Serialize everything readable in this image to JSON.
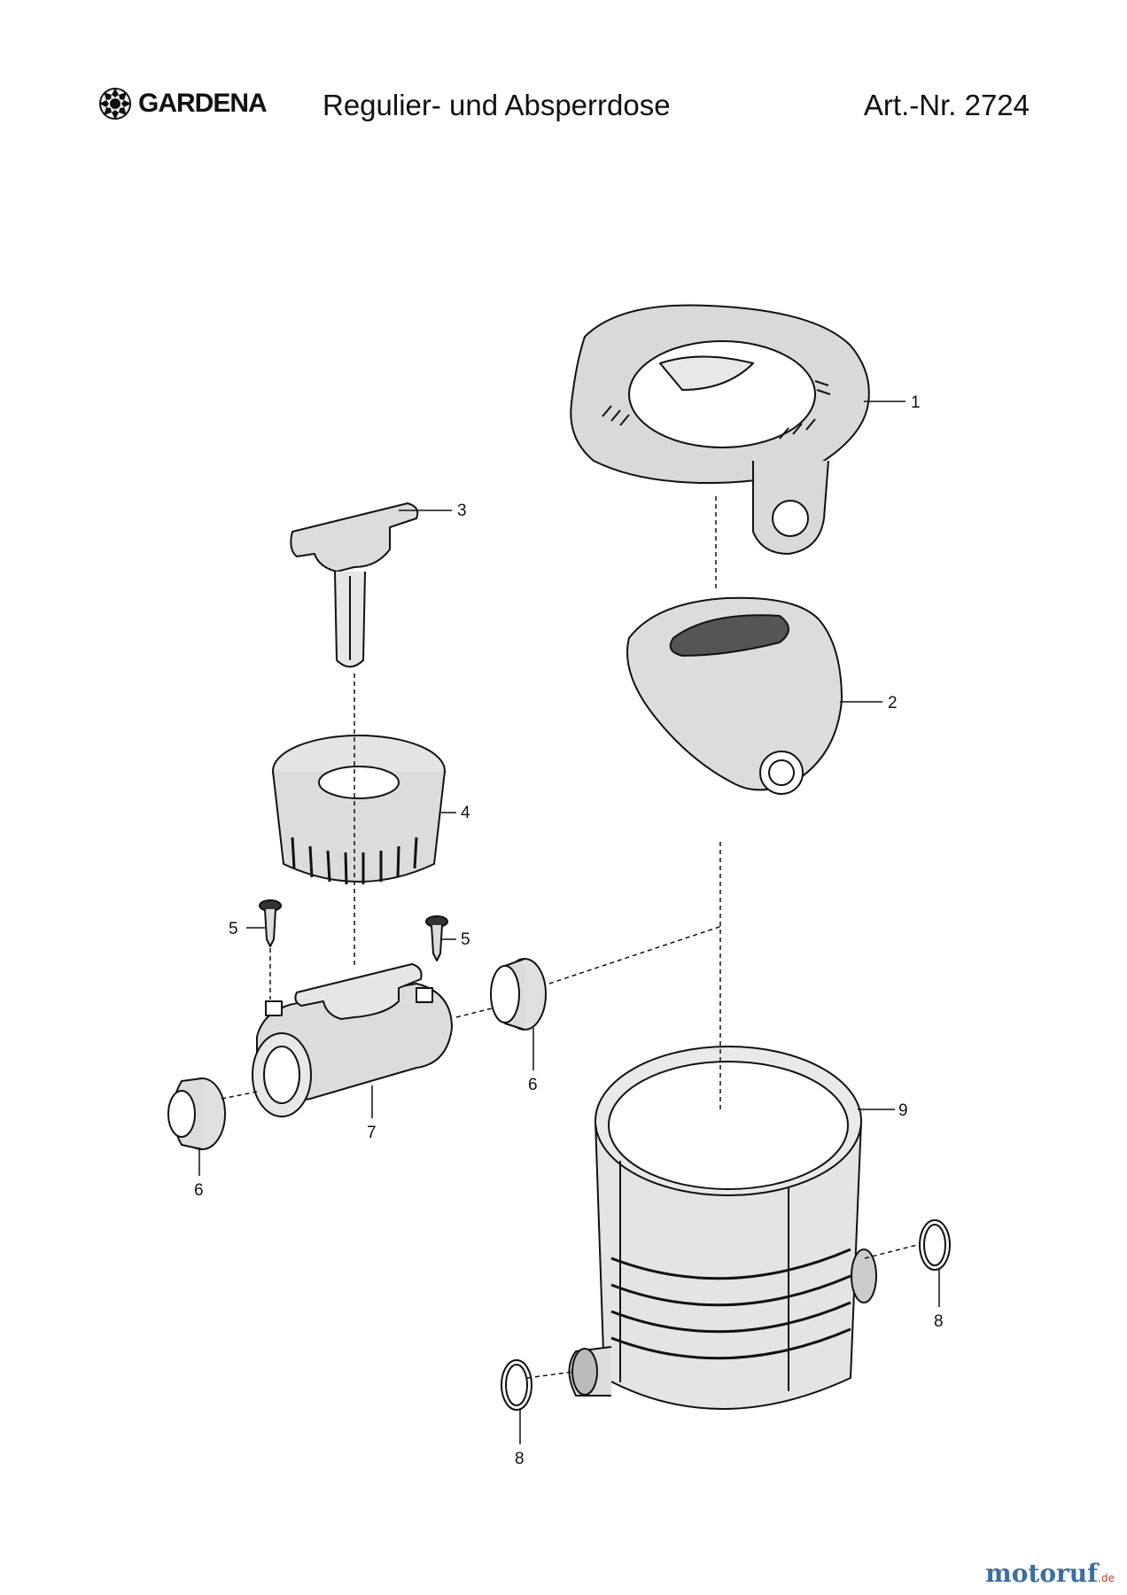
{
  "header": {
    "brand": "GARDENA",
    "title": "Regulier- und Absperrdose",
    "article_number": "Art.-Nr. 2724"
  },
  "diagram": {
    "callouts": [
      "1",
      "2",
      "3",
      "4",
      "5",
      "5",
      "6",
      "6",
      "7",
      "8",
      "8",
      "9"
    ]
  },
  "watermark": {
    "name": "motoruf",
    "tld": ".de"
  }
}
